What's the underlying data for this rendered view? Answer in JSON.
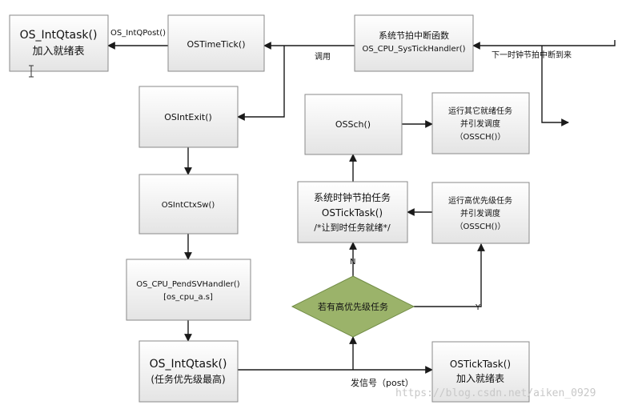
{
  "nodes": {
    "intq_top": {
      "lines": [
        "OS_IntQtask()",
        "加入就绪表"
      ]
    },
    "timetick": {
      "lines": [
        "OSTimeTick()"
      ]
    },
    "systick": {
      "lines": [
        "系统节拍中断函数",
        "OS_CPU_SysTickHandler()"
      ]
    },
    "intexit": {
      "lines": [
        "OSIntExit()"
      ]
    },
    "ossch": {
      "lines": [
        "OSSch()"
      ]
    },
    "run_other": {
      "lines": [
        "运行其它就绪任务",
        "并引发调度",
        "（OSSCH()）"
      ]
    },
    "ctxsw": {
      "lines": [
        "OSIntCtxSw()"
      ]
    },
    "ticktask": {
      "lines": [
        "系统时钟节拍任务",
        "OSTickTask()",
        "/*让到时任务就绪*/"
      ]
    },
    "run_high": {
      "lines": [
        "运行高优先级任务",
        "并引发调度",
        "（OSSCH()）"
      ]
    },
    "pendsv": {
      "lines": [
        "OS_CPU_PendSVHandler()",
        "[os_cpu_a.s]"
      ]
    },
    "decision": {
      "lines": [
        "若有高优先级任务"
      ]
    },
    "intq_bottom": {
      "lines": [
        "OS_IntQtask()",
        "(任务优先级最高)"
      ]
    },
    "ticktask_bottom": {
      "lines": [
        "OSTickTask()",
        "加入就绪表"
      ]
    }
  },
  "edge_labels": {
    "intqpost": "OS_IntQPost()",
    "call": "调用",
    "next_tick": "下一时钟节拍中断到来",
    "no": "N",
    "yes": "Y",
    "post": "发信号（post）"
  },
  "watermark": "https://blog.csdn.net/aiken_0929",
  "colors": {
    "box_top": "#ffffff",
    "box_bottom": "#e6e6e6",
    "diamond": "#9bb36a"
  }
}
